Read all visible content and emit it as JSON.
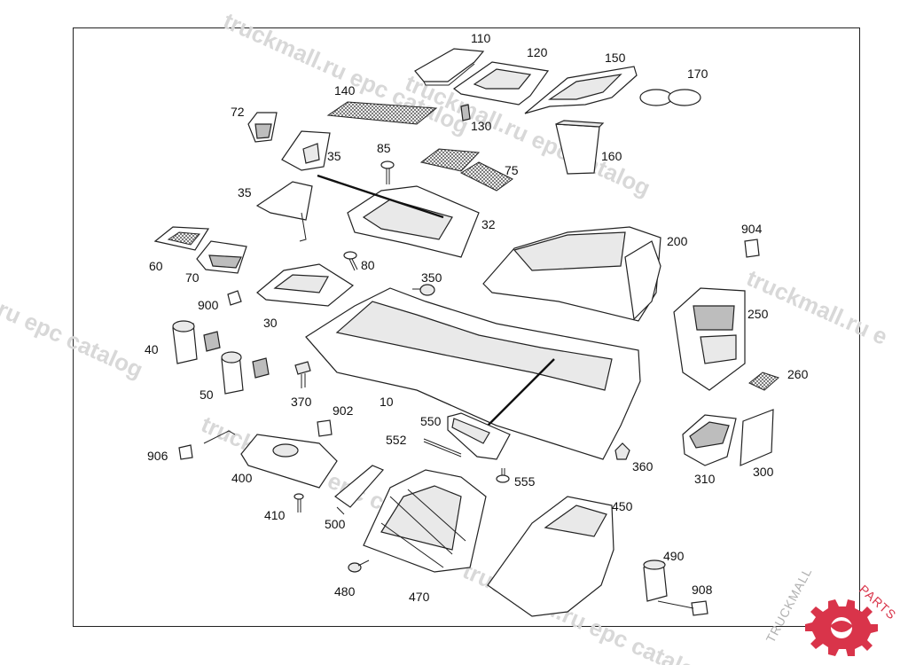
{
  "watermark": {
    "text_a": "truckmall.ru epc catalog",
    "text_b": "truckmall.ru epc catalog",
    "text_c": "ru epc catalog",
    "text_d": "truckmall.ru epc catalog",
    "text_e": "truckmall.ru e",
    "text_f": "truckmall.ru epc catalog"
  },
  "callouts": {
    "p110": "110",
    "p120": "120",
    "p150": "150",
    "p170": "170",
    "p140": "140",
    "p72": "72",
    "p130": "130",
    "p85": "85",
    "p35a": "35",
    "p160": "160",
    "p75": "75",
    "p35b": "35",
    "p32": "32",
    "p200": "200",
    "p904": "904",
    "p60": "60",
    "p80": "80",
    "p70": "70",
    "p350": "350",
    "p900": "900",
    "p30": "30",
    "p250": "250",
    "p40": "40",
    "p50": "50",
    "p370": "370",
    "p10": "10",
    "p260": "260",
    "p902": "902",
    "p550": "550",
    "p552": "552",
    "p906": "906",
    "p400": "400",
    "p360": "360",
    "p310": "310",
    "p300": "300",
    "p555": "555",
    "p410": "410",
    "p500": "500",
    "p450": "450",
    "p490": "490",
    "p480": "480",
    "p470": "470",
    "p908": "908"
  },
  "logo": {
    "brand_dark": "TRUCKMALL",
    "brand_accent": "PARTS",
    "accent_color": "#d9344a"
  }
}
